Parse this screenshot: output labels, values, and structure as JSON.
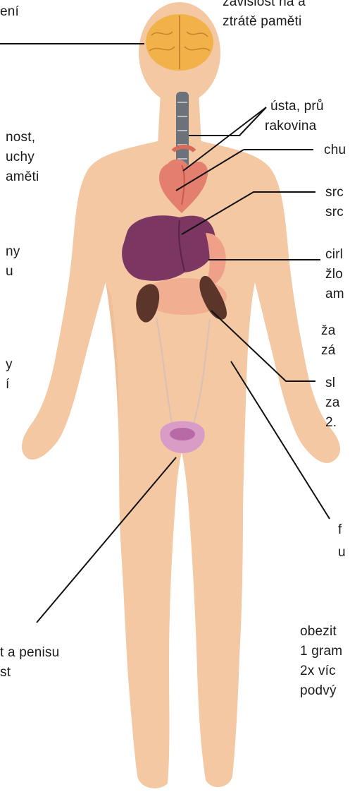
{
  "colors": {
    "skin": "#f3c8a2",
    "skin_shadow": "#e9b68d",
    "brain": "#f2b24a",
    "liver": "#7c3662",
    "heart": "#e47e6e",
    "stomach": "#f0a088",
    "kidney": "#5b342a",
    "bladder": "#d89cc6",
    "line": "#111111"
  },
  "labels": {
    "left_top": "ení",
    "left_upper_1": "nost,",
    "left_upper_2": "uchy",
    "left_upper_3": "aměti",
    "left_mid_1": "ny",
    "left_mid_2": "u",
    "left_low_1": "y",
    "left_low_2": "í",
    "left_bottom_1": "t a penisu",
    "left_bottom_2": "st",
    "right_top_1": "závislost na a",
    "right_top_2": "ztrátě paměti",
    "right_mouth_1": "ústa, prů",
    "right_mouth_2": "rakovina",
    "right_chu": "chu",
    "right_heart_1": "src",
    "right_heart_2": "src",
    "right_liver_1": "cirl",
    "right_liver_2": "žlo",
    "right_liver_3": "am",
    "right_stomach_1": "ža",
    "right_stomach_2": "zá",
    "right_kidney_1": "sl",
    "right_kidney_2": "za",
    "right_kidney_3": "2.",
    "right_fertility_1": "f",
    "right_fertility_2": "u",
    "right_obesity_1": "obezit",
    "right_obesity_2": "1 gram",
    "right_obesity_3": "2x víc",
    "right_obesity_4": "podvý"
  }
}
